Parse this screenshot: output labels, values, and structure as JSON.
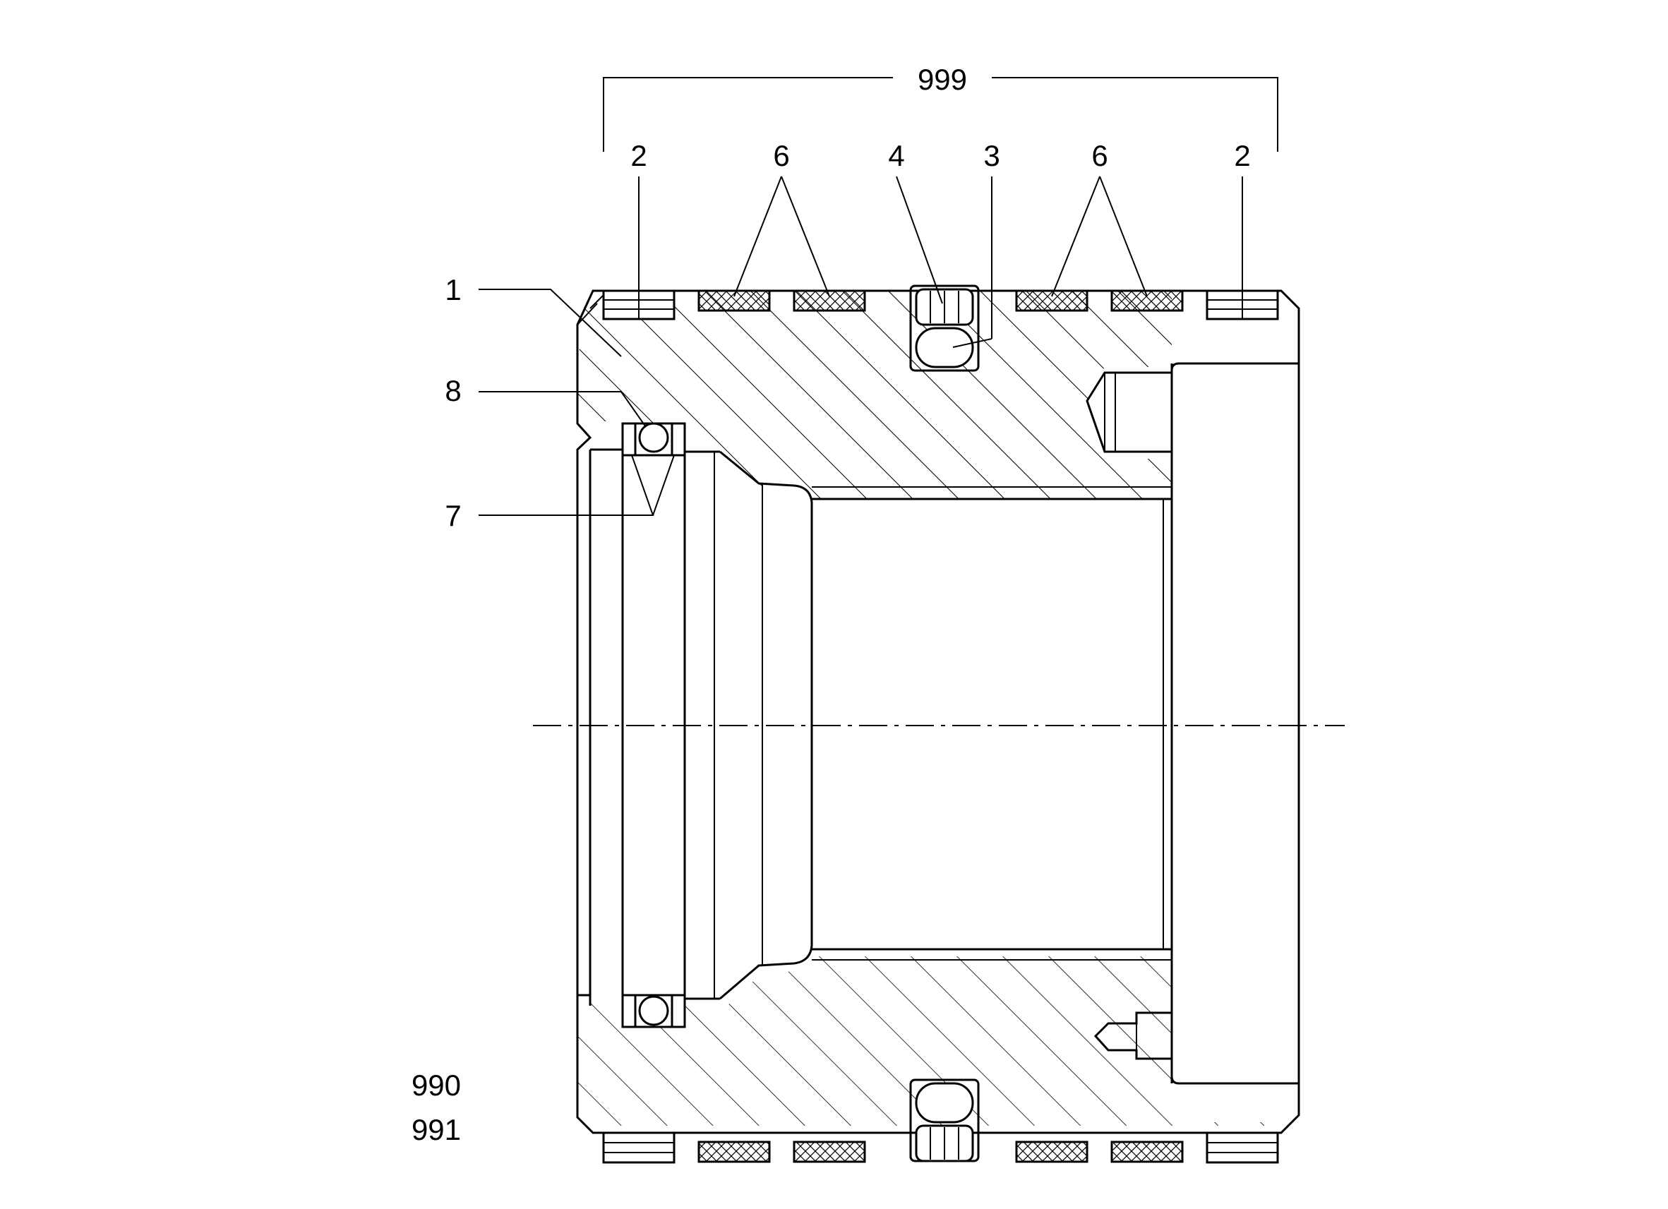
{
  "figure": {
    "assembly_label": "999",
    "reference_labels": [
      {
        "key": "1",
        "text": "1"
      },
      {
        "key": "8",
        "text": "8"
      },
      {
        "key": "7",
        "text": "7"
      }
    ],
    "top_labels": [
      {
        "key": "2a",
        "text": "2"
      },
      {
        "key": "6a",
        "text": "6"
      },
      {
        "key": "4",
        "text": "4"
      },
      {
        "key": "3",
        "text": "3"
      },
      {
        "key": "6b",
        "text": "6"
      },
      {
        "key": "2b",
        "text": "2"
      }
    ],
    "bottom_labels": [
      {
        "key": "990",
        "text": "990"
      },
      {
        "key": "991",
        "text": "991"
      }
    ]
  }
}
